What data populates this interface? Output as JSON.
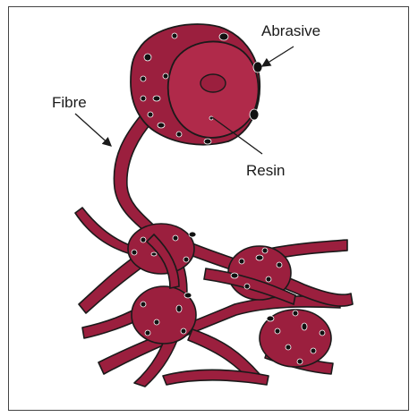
{
  "labels": {
    "abrasive": "Abrasive",
    "fibre": "Fibre",
    "resin": "Resin"
  },
  "colors": {
    "fibre_fill": "#9b1f3e",
    "outline": "#1a1a1a",
    "grit": "#111111",
    "frame": "#444444",
    "background": "#ffffff"
  }
}
